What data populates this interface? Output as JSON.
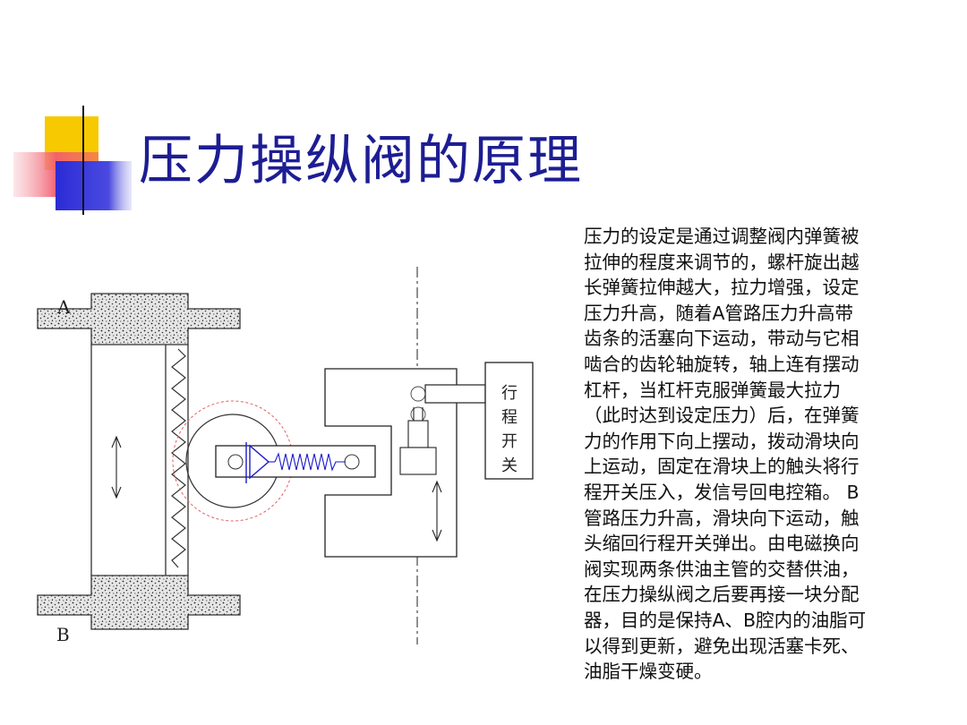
{
  "title": "压力操纵阀的原理",
  "diagram": {
    "label_a": "A",
    "label_b": "B",
    "switch_label": "行\n程\n开\n关",
    "switch_chars": [
      "行",
      "程",
      "开",
      "关"
    ]
  },
  "description": "压力的设定是通过调整阀内弹簧被\n拉伸的程度来调节的，螺杆旋出越\n长弹簧拉伸越大，拉力增强，设定\n压力升高，随着A管路压力升高带\n齿条的活塞向下运动，带动与它相\n啮合的齿轮轴旋转，轴上连有摆动\n杠杆，当杠杆克服弹簧最大拉力\n（此时达到设定压力）后，在弹簧\n力的作用下向上摆动，拨动滑块向\n上运动，固定在滑块上的触头将行\n程开关压入，发信号回电控箱。 B\n管路压力升高，滑块向下运动，触\n头缩回行程开关弹出。由电磁换向\n阀实现两条供油主管的交替供油，\n在压力操纵阀之后要再接一块分配\n器，目的是保持A、B腔内的油脂可\n以得到更新，避免出现活塞卡死、\n油脂干燥变硬。",
  "colors": {
    "title": "#1d1d94",
    "accent_yellow": "#f7c900",
    "accent_red": "#f25d6e",
    "accent_blue": "#2b2bd6",
    "spring_blue": "#1a1acc",
    "gear_red": "#e46060"
  }
}
